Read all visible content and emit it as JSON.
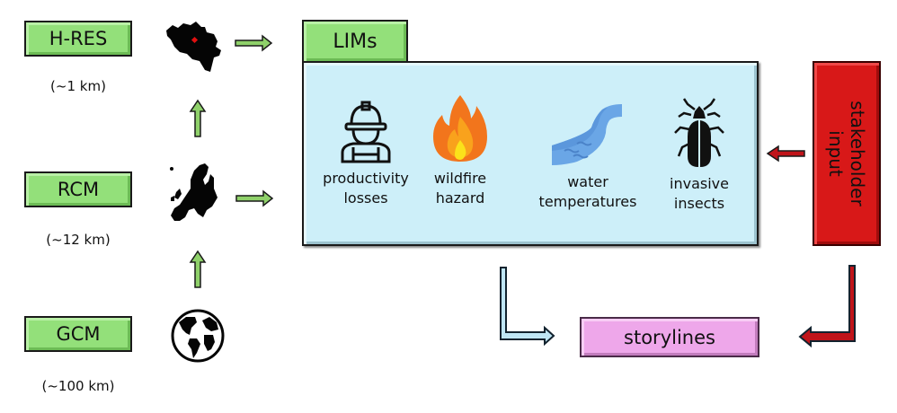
{
  "models": [
    {
      "label": "H-RES",
      "resolution": "(~1 km)",
      "map": "belgium-map"
    },
    {
      "label": "RCM",
      "resolution": "(~12 km)",
      "map": "europe-map"
    },
    {
      "label": "GCM",
      "resolution": "(~100 km)",
      "map": "globe"
    }
  ],
  "lims": {
    "title": "LIMs",
    "items": [
      {
        "line1": "productivity",
        "line2": "losses",
        "icon": "worker-icon"
      },
      {
        "line1": "wildfire",
        "line2": "hazard",
        "icon": "fire-icon"
      },
      {
        "line1": "water",
        "line2": "temperatures",
        "icon": "river-icon"
      },
      {
        "line1": "invasive",
        "line2": "insects",
        "icon": "beetle-icon"
      }
    ]
  },
  "stakeholder": {
    "line1": "stakeholder",
    "line2": "input"
  },
  "storylines": {
    "label": "storylines"
  },
  "colors": {
    "model_green": "#93e07a",
    "lims_panel": "#cdeff9",
    "stakeholder_red": "#d81818",
    "storylines_pink": "#eea7ea",
    "arrow_green": "#8fd16a",
    "arrow_red": "#c0141a",
    "arrow_blue": "#bfe6f5"
  }
}
